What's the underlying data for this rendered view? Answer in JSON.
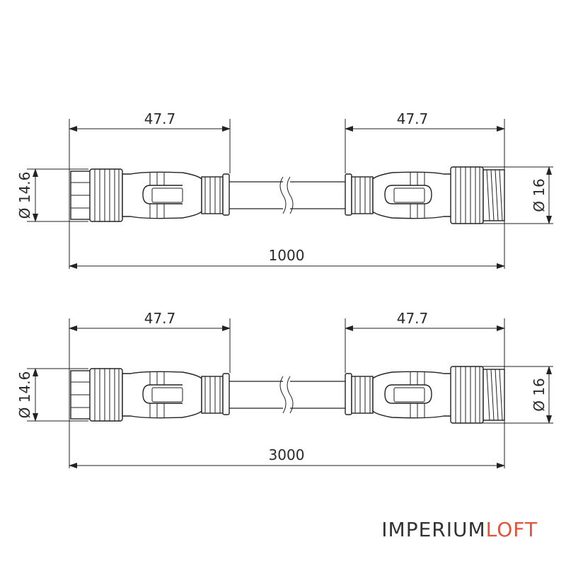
{
  "assemblies": [
    {
      "left_length": "47.7",
      "right_length": "47.7",
      "left_diameter": "Ø 14.6",
      "right_diameter": "Ø 16",
      "total_length": "1000"
    },
    {
      "left_length": "47.7",
      "right_length": "47.7",
      "left_diameter": "Ø 14.6",
      "right_diameter": "Ø 16",
      "total_length": "3000"
    }
  ],
  "logo": {
    "part1": "IMPERIUM",
    "part2": "LOFT",
    "part2_color": "#e2533a"
  }
}
